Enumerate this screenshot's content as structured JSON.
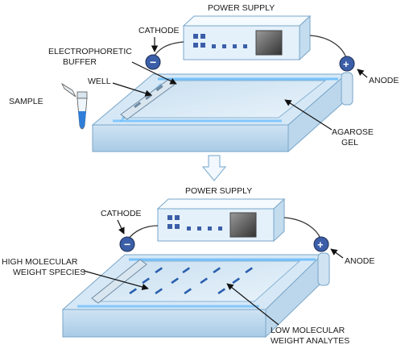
{
  "top_panel": {
    "power_supply": "POWER SUPPLY",
    "cathode": "CATHODE",
    "anode": "ANODE",
    "buffer_line1": "ELECTROPHORETIC",
    "buffer_line2": "BUFFER",
    "well": "WELL",
    "sample": "SAMPLE",
    "gel_line1": "AGAROSE",
    "gel_line2": "GEL"
  },
  "bottom_panel": {
    "power_supply": "POWER SUPPLY",
    "cathode": "CATHODE",
    "anode": "ANODE",
    "high_line1": "HIGH MOLECULAR",
    "high_line2": "WEIGHT SPECIES",
    "low_line1": "LOW MOLECULAR",
    "low_line2": "WEIGHT ANALYTES"
  },
  "symbols": {
    "minus": "−",
    "plus": "+"
  },
  "colors": {
    "tank_top": "#d6e8f6",
    "tank_front": "#b9d6ee",
    "buffer_glow": "#4fb3ff",
    "electrode": "#3b5ea8",
    "band": "#2a5fae",
    "device_body": "#e4f1fb",
    "device_button": "#3b5ea8"
  }
}
